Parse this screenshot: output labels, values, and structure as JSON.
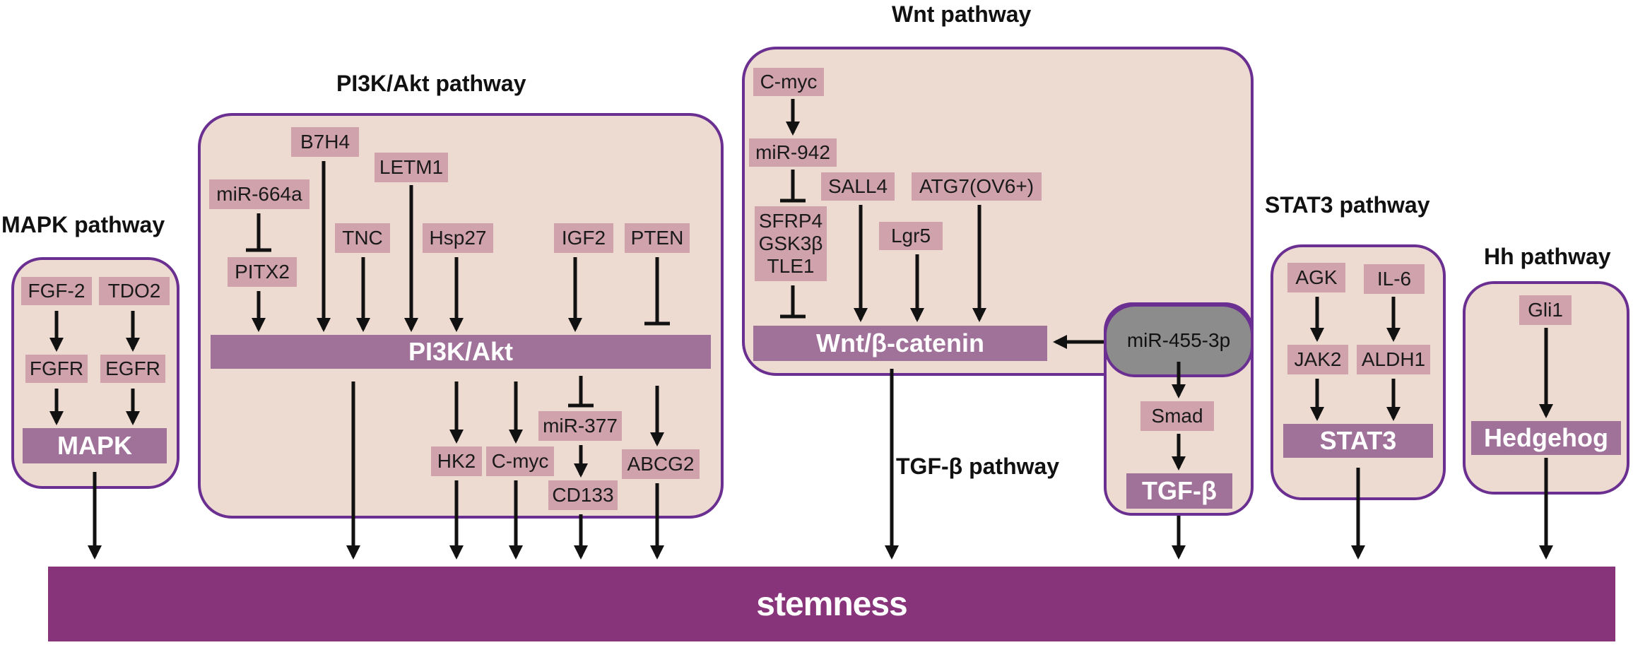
{
  "titles": {
    "mapk": "MAPK pathway",
    "pi3k": "PI3K/Akt pathway",
    "wnt": "Wnt pathway",
    "tgf": "TGF-β pathway",
    "stat3": "STAT3 pathway",
    "hh": "Hh pathway"
  },
  "mapk": {
    "fgf2": "FGF-2",
    "tdo2": "TDO2",
    "fgfr": "FGFR",
    "egfr": "EGFR",
    "bar": "MAPK"
  },
  "pi3k": {
    "b7h4": "B7H4",
    "letm1": "LETM1",
    "mir664a": "miR-664a",
    "tnc": "TNC",
    "hsp27": "Hsp27",
    "igf2": "IGF2",
    "pten": "PTEN",
    "pitx2": "PITX2",
    "bar": "PI3K/Akt",
    "mir377": "miR-377",
    "hk2": "HK2",
    "cmyc": "C-myc",
    "cd133": "CD133",
    "abcg2": "ABCG2"
  },
  "wnt": {
    "cmyc": "C-myc",
    "mir942": "miR-942",
    "sall4": "SALL4",
    "atg7": "ATG7(OV6+)",
    "sfrp4": "SFRP4",
    "gsk3b": "GSK3β",
    "tle1": "TLE1",
    "lgr5": "Lgr5",
    "bar": "Wnt/β-catenin"
  },
  "tgf": {
    "mir455": "miR-455-3p",
    "smad": "Smad",
    "bar": "TGF-β"
  },
  "stat3": {
    "agk": "AGK",
    "il6": "IL-6",
    "jak2": "JAK2",
    "aldh1": "ALDH1",
    "bar": "STAT3"
  },
  "hh": {
    "gli1": "Gli1",
    "bar": "Hedgehog"
  },
  "stemness": "stemness",
  "colors": {
    "box_fill": "#eddad0",
    "box_border": "#6a2f91",
    "node": "#cfa2ac",
    "bar": "#a07199",
    "stemness": "#87347a",
    "mirna_oval": "#8c8c8c"
  }
}
